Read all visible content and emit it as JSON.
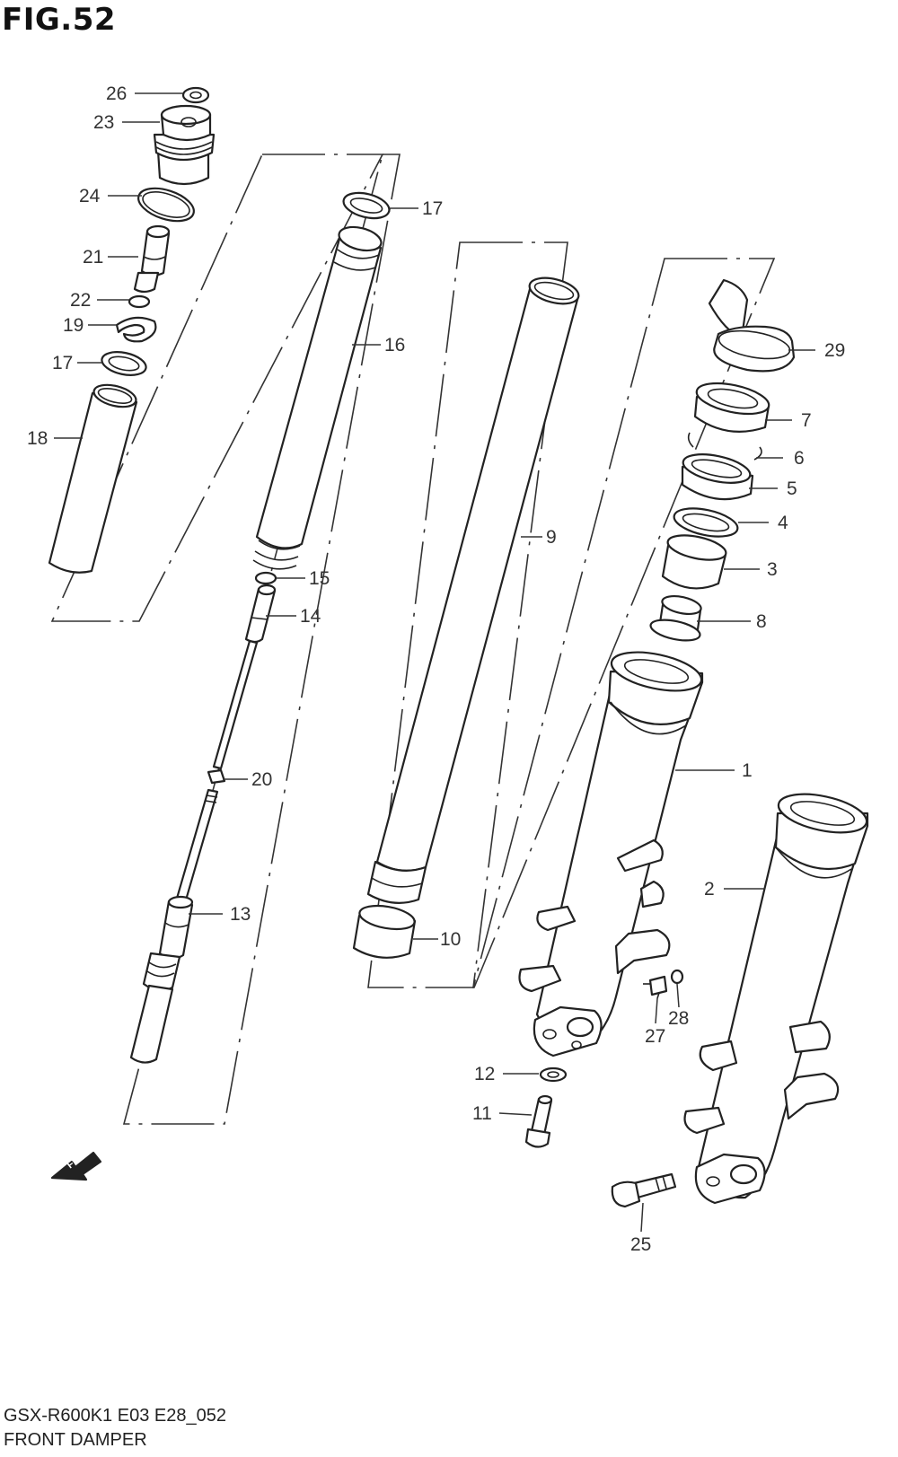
{
  "figure": {
    "title": "FIG.52",
    "model_code": "GSX-R600K1 E03 E28_052",
    "subtitle": "FRONT DAMPER",
    "fwd_label": "FWD"
  },
  "callouts": {
    "c26": "26",
    "c23": "23",
    "c24": "24",
    "c21": "21",
    "c22": "22",
    "c19": "19",
    "c17a": "17",
    "c18": "18",
    "c17b": "17",
    "c16": "16",
    "c15": "15",
    "c14": "14",
    "c20": "20",
    "c13": "13",
    "c9": "9",
    "c10": "10",
    "c29": "29",
    "c7": "7",
    "c6": "6",
    "c5": "5",
    "c4": "4",
    "c3": "3",
    "c8": "8",
    "c1": "1",
    "c2": "2",
    "c27": "27",
    "c28": "28",
    "c12": "12",
    "c11": "11",
    "c25": "25"
  }
}
